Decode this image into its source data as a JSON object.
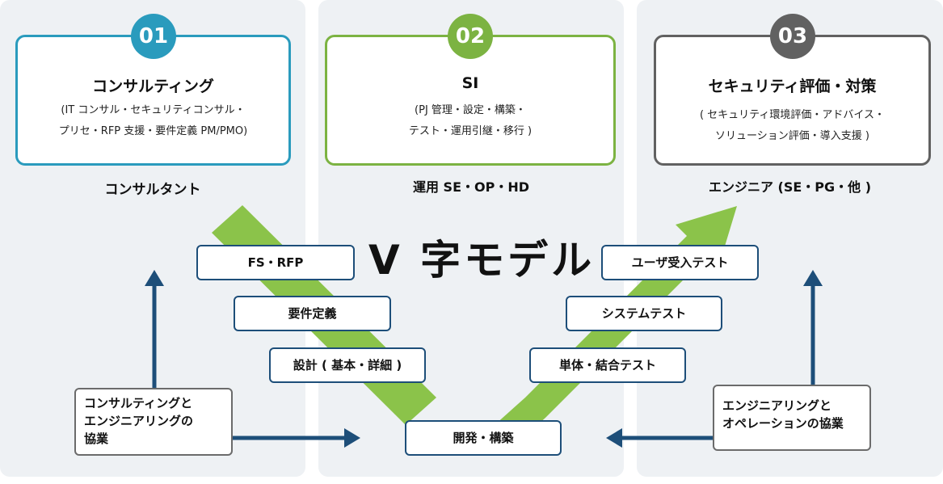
{
  "columns": [
    {
      "number": "01",
      "title": "コンサルティング",
      "subtitle_lines": [
        "(IT コンサル・セキュリティコンサル・",
        "プリセ・RFP 支援・要件定義 PM/PMO)"
      ],
      "role": "コンサルタント",
      "color": "#2a9bbd"
    },
    {
      "number": "02",
      "title": "SI",
      "subtitle_lines": [
        "(PJ 管理・設定・構築・",
        "テスト・運用引継・移行 )"
      ],
      "role": "運用 SE・OP・HD",
      "color": "#7cb342"
    },
    {
      "number": "03",
      "title": "セキュリティ評価・対策",
      "subtitle_lines": [
        "( セキュリティ環境評価・アドバイス・",
        "ソリューション評価・導入支援 )"
      ],
      "role": "エンジニア (SE・PG・他 )",
      "color": "#616161"
    }
  ],
  "diagram_title": "V 字モデル",
  "left_steps": [
    "FS・RFP",
    "要件定義",
    "設計 ( 基本・詳細 )"
  ],
  "right_steps": [
    "ユーザ受入テスト",
    "システムテスト",
    "単体・結合テスト"
  ],
  "bottom_step": "開発・構築",
  "collab_left_lines": [
    "コンサルティングと",
    "エンジニアリングの",
    "協業"
  ],
  "collab_right_lines": [
    "エンジニアリングと",
    "オペレーションの協業"
  ],
  "colors": {
    "arrow_green": "#8bc34a",
    "box_border": "#1d4e79",
    "blue_arrow": "#1d4e79"
  }
}
